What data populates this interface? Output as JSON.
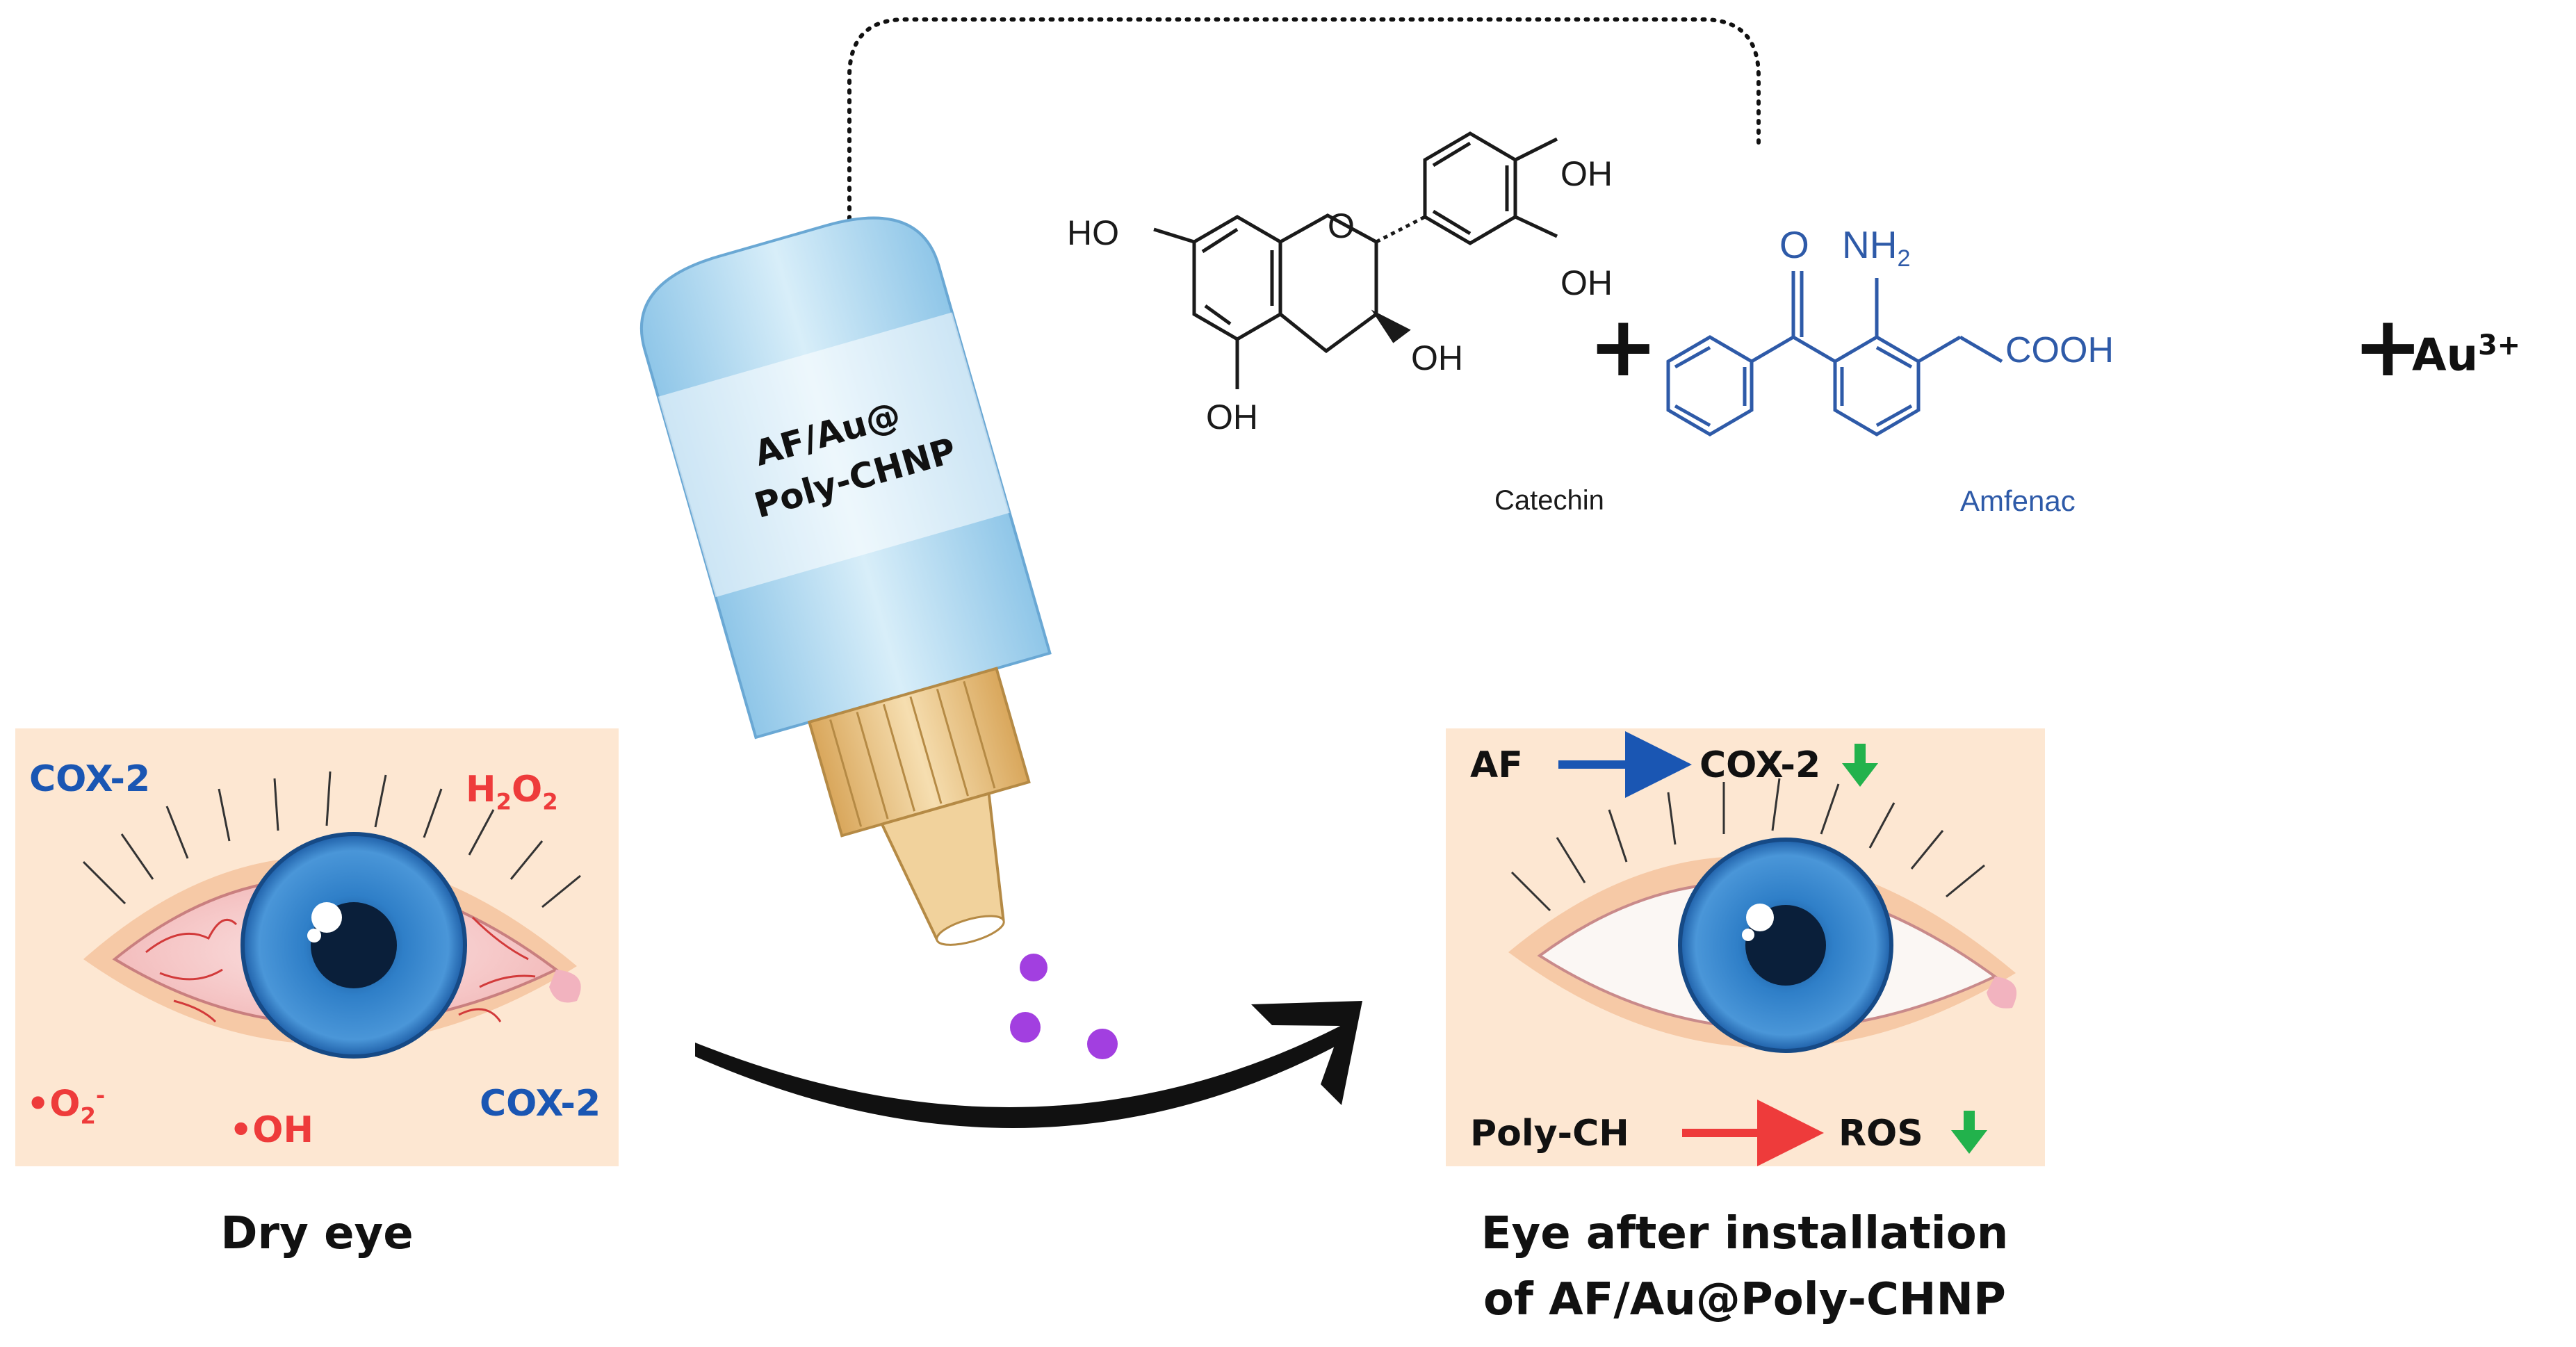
{
  "bottle": {
    "label_line1": "AF/Au@",
    "label_line2": "Poly-CHNP"
  },
  "molecules": {
    "catechin": {
      "name": "Catechin",
      "ho_left": "HO",
      "oh_top": "OH",
      "oh_right": "OH",
      "oh_mid": "OH",
      "oh_bottom": "OH",
      "o_ring": "O"
    },
    "amfenac": {
      "name": "Amfenac",
      "o_keto": "O",
      "nh2": "NH",
      "nh2_sub": "2",
      "cooh": "COOH"
    },
    "plus": "+",
    "au_base": "Au",
    "au_charge": "3+"
  },
  "dry_eye": {
    "caption": "Dry eye",
    "markers": {
      "cox2_tl": "COX-2",
      "h2o2_h": "H",
      "h2o2_sub1": "2",
      "h2o2_o": "O",
      "h2o2_sub2": "2",
      "o2_dot": "•O",
      "o2_sub": "2",
      "o2_sup": "-",
      "oh": "•OH",
      "cox2_br": "COX-2"
    }
  },
  "treated_eye": {
    "caption_line1": "Eye after installation",
    "caption_line2": "of AF/Au@Poly-CHNP",
    "af": "AF",
    "cox2": "COX-2",
    "polych": "Poly-CH",
    "ros": "ROS"
  },
  "colors": {
    "panel_bg": "#fde7d2",
    "blue_text": "#1a56b3",
    "red_text": "#ee3b3b",
    "green_arrow": "#22b24c",
    "drop": "#a23fe0",
    "bottle_blue": "#a8d4ee",
    "cap": "#e8c488"
  }
}
